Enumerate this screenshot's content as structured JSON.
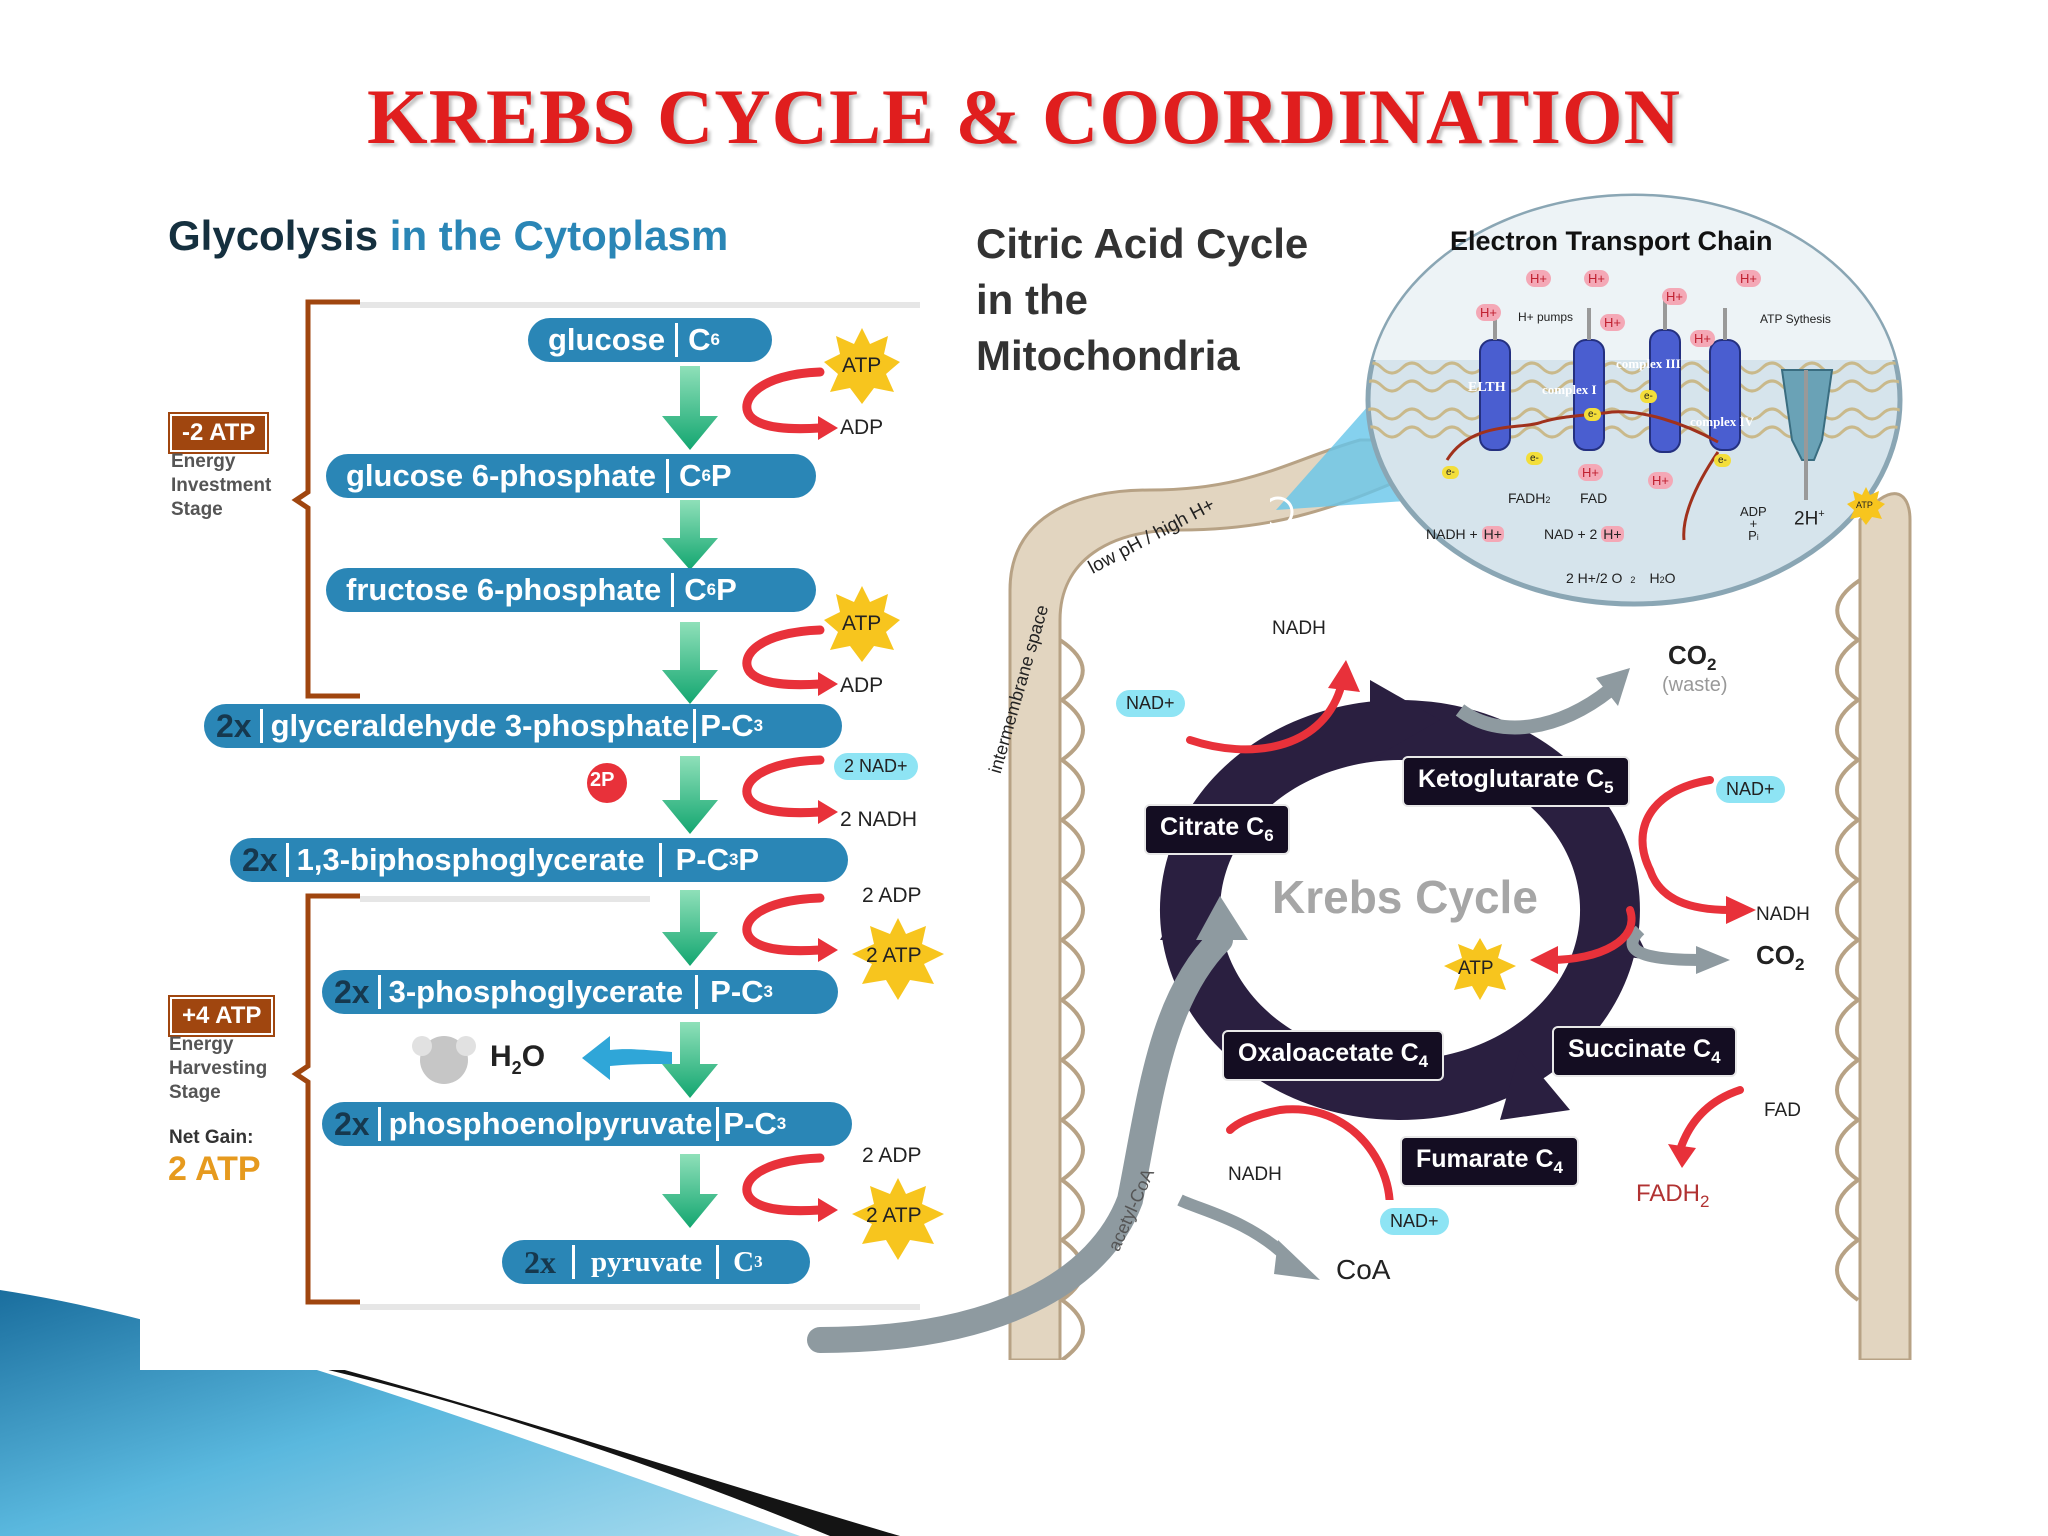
{
  "title": "KREBS CYCLE  & COORDINATION",
  "glycolysis": {
    "heading_part1": "Glycolysis",
    "heading_part2": "in the Cytoplasm",
    "investment_badge": "-2 ATP",
    "investment_label_1": "Energy",
    "investment_label_2": "Investment",
    "investment_label_3": "Stage",
    "harvest_badge": "+4 ATP",
    "harvest_label_1": "Energy",
    "harvest_label_2": "Harvesting",
    "harvest_label_3": "Stage",
    "net_gain_label": "Net Gain:",
    "net_gain_value": "2 ATP",
    "steps": [
      {
        "mult": "",
        "name": "glucose",
        "formula": "C",
        "sub": "6",
        "suffix": ""
      },
      {
        "mult": "",
        "name": "glucose 6-phosphate",
        "formula": "C",
        "sub": "6",
        "suffix": "P"
      },
      {
        "mult": "",
        "name": "fructose 6-phosphate",
        "formula": "C",
        "sub": "6",
        "suffix": "P"
      },
      {
        "mult": "2x",
        "name": "glyceraldehyde 3-phosphate",
        "formula": "P-C",
        "sub": "3",
        "suffix": ""
      },
      {
        "mult": "2x",
        "name": "1,3-biphosphoglycerate",
        "formula": "P-C",
        "sub": "3",
        "suffix": "P"
      },
      {
        "mult": "2x",
        "name": "3-phosphoglycerate",
        "formula": "P-C",
        "sub": "3",
        "suffix": ""
      },
      {
        "mult": "2x",
        "name": "phosphoenolpyruvate",
        "formula": "P-C",
        "sub": "3",
        "suffix": ""
      },
      {
        "mult": "2x",
        "name": "pyruvate",
        "formula": "C",
        "sub": "3",
        "suffix": ""
      }
    ],
    "atp1": "ATP",
    "adp1": "ADP",
    "atp2": "ATP",
    "adp2": "ADP",
    "twop": "2P",
    "nad_plus": "2 NAD+",
    "nadh": "2 NADH",
    "adp3": "2 ADP",
    "atp3": "2 ATP",
    "water": "H",
    "water_sub": "2",
    "water_o": "O",
    "adp4": "2 ADP",
    "atp4": "2 ATP"
  },
  "mito": {
    "heading_1": "Citric Acid Cycle",
    "heading_2": "in the",
    "heading_3": "Mitochondria",
    "intermembrane": "intermembrane space",
    "ph": "low pH / high H+",
    "acetyl": "acetyl-CoA",
    "cycle_name": "Krebs Cycle",
    "citrate": "Citrate C",
    "citrate_sub": "6",
    "keto": "Ketoglutarate C",
    "keto_sub": "5",
    "succinate": "Succinate C",
    "succinate_sub": "4",
    "fumarate": "Fumarate C",
    "fumarate_sub": "4",
    "oxalo": "Oxaloacetate C",
    "oxalo_sub": "4",
    "nadh_top": "NADH",
    "nad_top": "NAD+",
    "co2_top": "CO",
    "co2_top_sub": "2",
    "waste": "(waste)",
    "nad_right": "NAD+",
    "nadh_right": "NADH",
    "co2_right": "CO",
    "co2_right_sub": "2",
    "atp_center": "ATP",
    "fad": "FAD",
    "fadh": "FADH",
    "fadh_sub": "2",
    "nadh_bottom": "NADH",
    "nad_bottom": "NAD+",
    "coa": "CoA"
  },
  "etc": {
    "title": "Electron Transport Chain",
    "hplus": "H+",
    "h_pumps": "H+ pumps",
    "atp_synth": "ATP Sythesis",
    "elth": "ELTH",
    "complex1": "complex I",
    "complex3": "complex III",
    "complex4": "complex IV",
    "eminus": "e-",
    "fadh_label": "FADH",
    "fadh_sub": "2",
    "fad_label": "FAD",
    "nadh_label": "NADH + ",
    "nad2_label": "NAD + 2 ",
    "adp_p": "ADP",
    "plus": "+",
    "pi": "P",
    "pi_sub": "i",
    "twoh": "2H",
    "twoh_sup": "+",
    "atp": "ATP",
    "water_eq": "2 H+/2 O",
    "water_eq_sub": "2",
    "water_out": "H",
    "water_out_sub": "2",
    "water_out_o": "O"
  },
  "colors": {
    "title": "#e01e1e",
    "pill": "#2a86b6",
    "bracket": "#a0460f",
    "atp_star": "#f7c51e",
    "arrow_green": "#13a670",
    "arrow_red": "#e8313a",
    "cycle": "#2a1f40",
    "membrane": "#e2d5c0"
  }
}
